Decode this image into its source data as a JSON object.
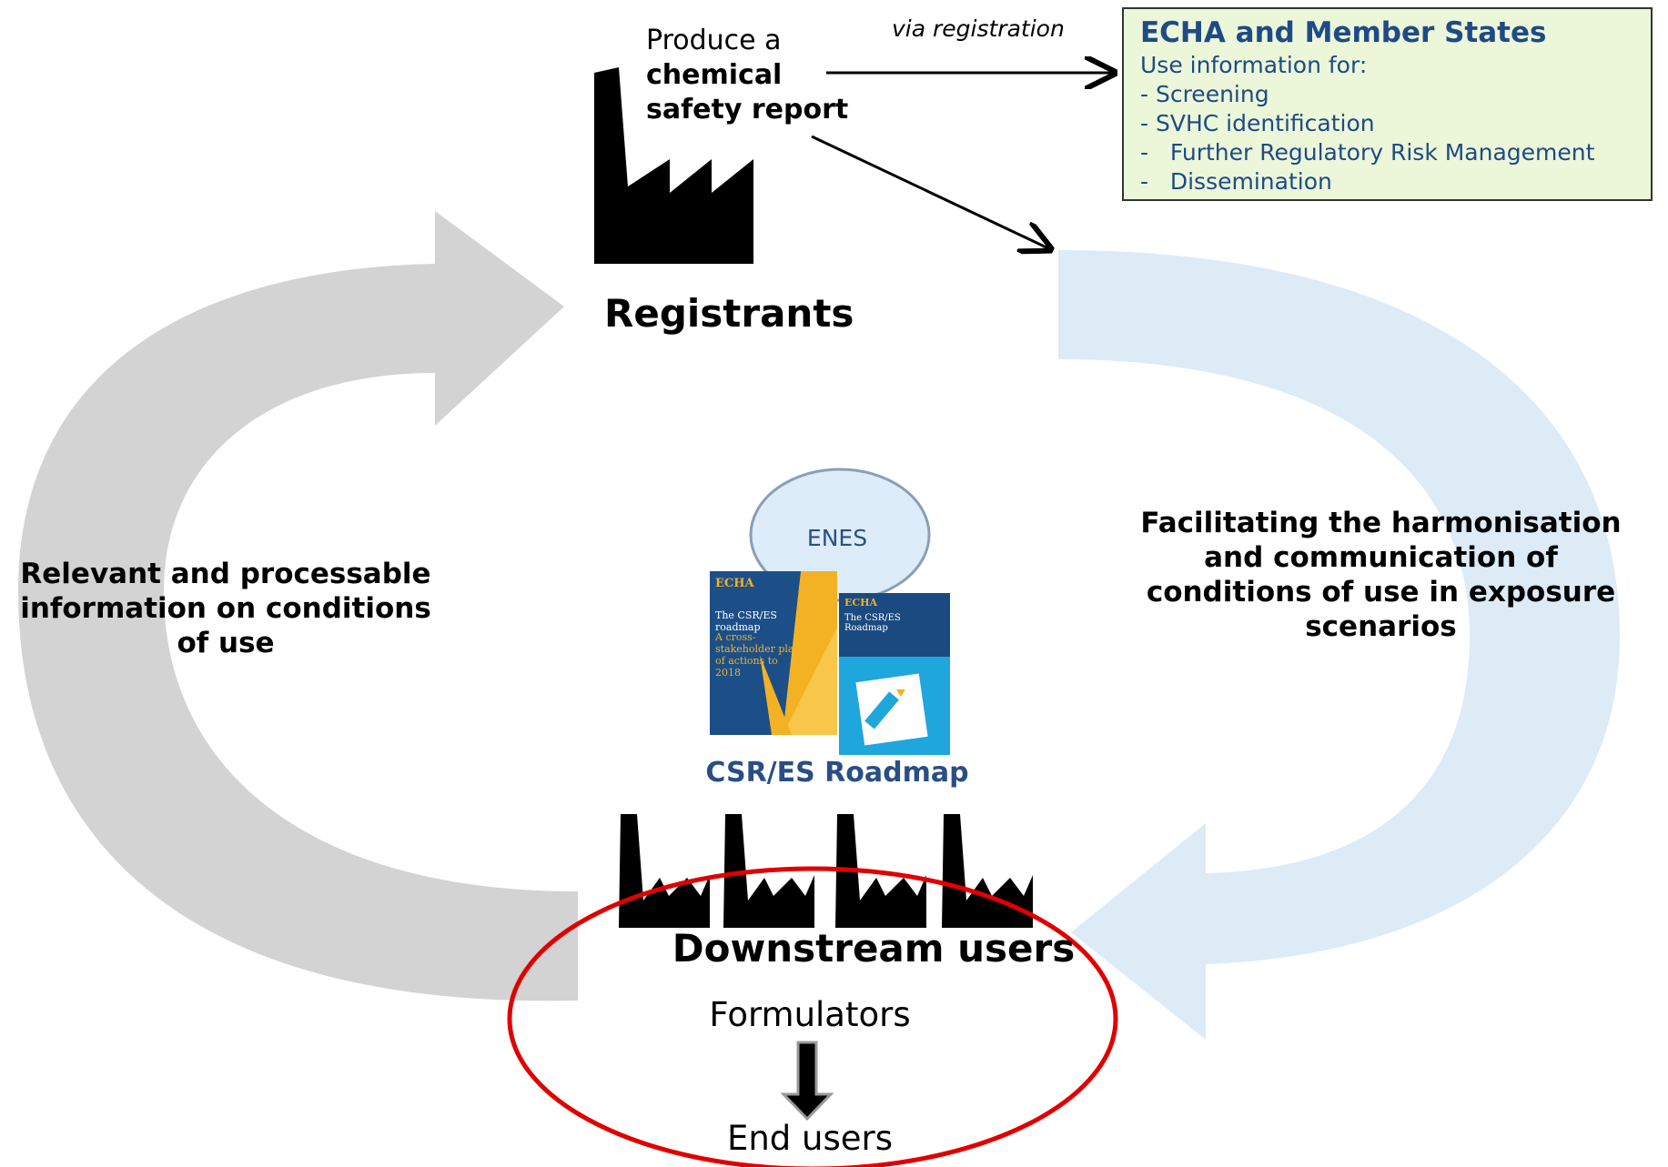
{
  "registrant": {
    "produce_line1": "Produce a",
    "produce_line2": "chemical",
    "produce_line3": "safety report",
    "via": "via registration",
    "label": "Registrants"
  },
  "echa_box": {
    "title": "ECHA  and Member States",
    "subtitle": "Use information for:",
    "items": [
      "- Screening",
      "- SVHC identification",
      "-   Further Regulatory Risk Management",
      "-   Dissemination"
    ]
  },
  "left_arrow_label": "Relevant and processable information on conditions of use",
  "right_arrow_label": "Facilitating the harmonisation and communication of conditions of use in exposure scenarios",
  "enes": "ENES",
  "roadmap": {
    "label": "CSR/ES Roadmap",
    "cover1_brand": "ECHA",
    "cover1_title": "The CSR/ES roadmap",
    "cover1_subtitle": "A cross-stakeholder plan of actions to 2018",
    "cover2_brand": "ECHA",
    "cover2_title": "The CSR/ES Roadmap"
  },
  "downstream": {
    "label": "Downstream users",
    "formulators": "Formulators",
    "end_users": "End users"
  },
  "colors": {
    "grey_arrow": "#d3d3d3",
    "blue_arrow": "#ddebf7",
    "echa_box_fill": "#ebf7d8",
    "echa_text": "#1e4a86",
    "ellipse_stroke": "#e00000",
    "enes_fill": "#dcecf8"
  }
}
